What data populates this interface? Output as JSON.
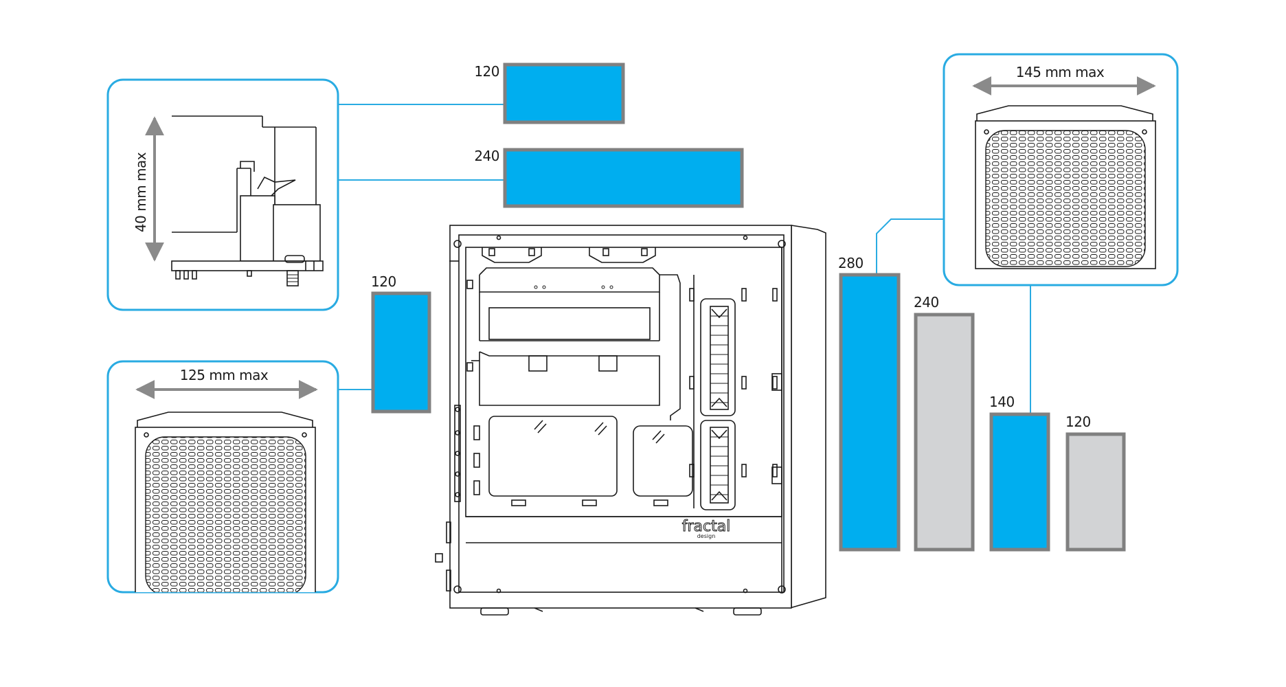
{
  "colors": {
    "supported": "#00aeef",
    "unsupported": "#d2d3d5",
    "border": "#808080",
    "callout": "#29abe2",
    "line": "#1a1a1a"
  },
  "callouts": {
    "top_clearance": "40 mm max",
    "rear_width": "125 mm max",
    "front_width": "145 mm max"
  },
  "radiators": {
    "top_120": {
      "label": "120",
      "supported": true
    },
    "top_240": {
      "label": "240",
      "supported": true
    },
    "rear_120": {
      "label": "120",
      "supported": true
    },
    "front_280": {
      "label": "280",
      "supported": true
    },
    "front_240": {
      "label": "240",
      "supported": false
    },
    "front_140": {
      "label": "140",
      "supported": true
    },
    "front_120": {
      "label": "120",
      "supported": false
    }
  },
  "case": {
    "brand": "fractal",
    "brand_sub": "design"
  }
}
